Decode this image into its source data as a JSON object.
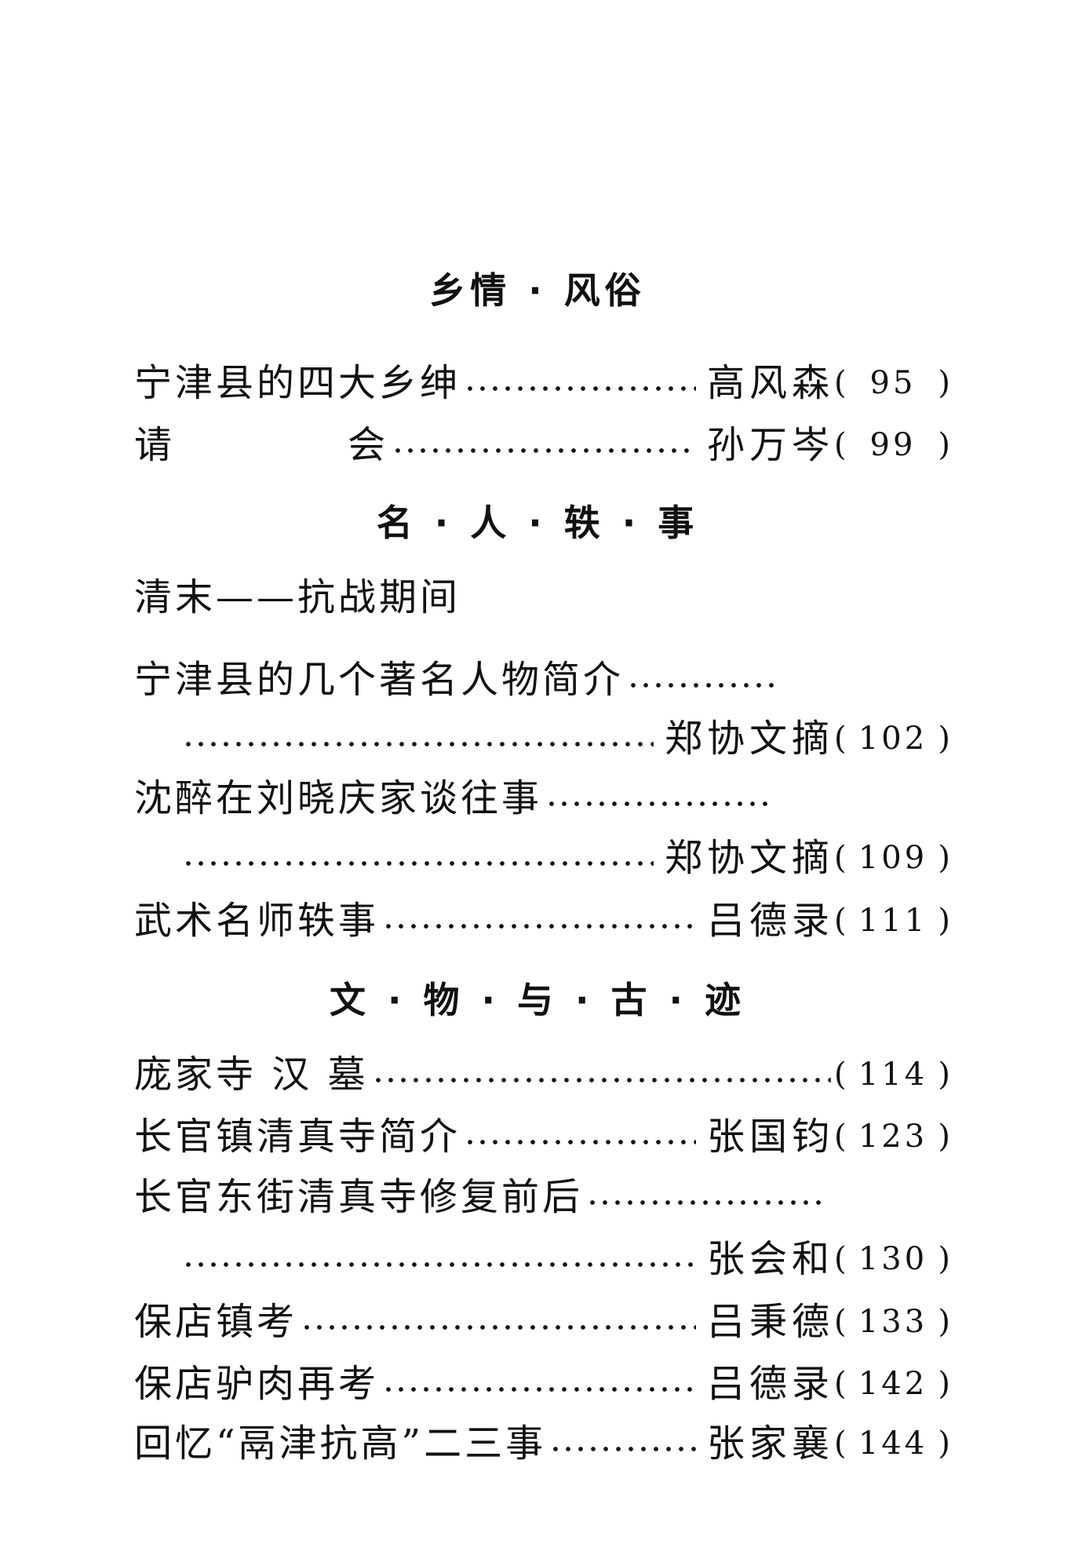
{
  "sections": [
    {
      "heading": "乡情 · 风俗",
      "entries": [
        {
          "title": "宁津县的四大乡绅",
          "author": "高风森",
          "page": "95"
        },
        {
          "title_a": "请",
          "title_b": "会",
          "author": "孙万岑",
          "page": "99"
        }
      ]
    },
    {
      "heading": "名 · 人 · 轶 · 事",
      "subheading": "清末——抗战期间",
      "entries": [
        {
          "title": "宁津县的几个著名人物简介",
          "author": "郑协文摘",
          "page": "102"
        },
        {
          "title": "沈醉在刘晓庆家谈往事",
          "author": "郑协文摘",
          "page": "109"
        },
        {
          "title": "武术名师轶事",
          "author": "吕德录",
          "page": "111"
        }
      ]
    },
    {
      "heading": "文 · 物 · 与 · 古 · 迹",
      "entries": [
        {
          "title": "庞家寺 汉 墓",
          "author": "",
          "page": "114"
        },
        {
          "title": "长官镇清真寺简介",
          "author": "张国钧",
          "page": "123"
        },
        {
          "title": "长官东街清真寺修复前后",
          "author": "张会和",
          "page": "130"
        },
        {
          "title": "保店镇考",
          "author": "吕秉德",
          "page": "133"
        },
        {
          "title": "保店驴肉再考",
          "author": "吕德录",
          "page": "142"
        },
        {
          "title": "回忆“鬲津抗高”二三事",
          "author": "张家襄",
          "page": "144"
        }
      ]
    }
  ],
  "paren_open": "(",
  "paren_close": ")"
}
